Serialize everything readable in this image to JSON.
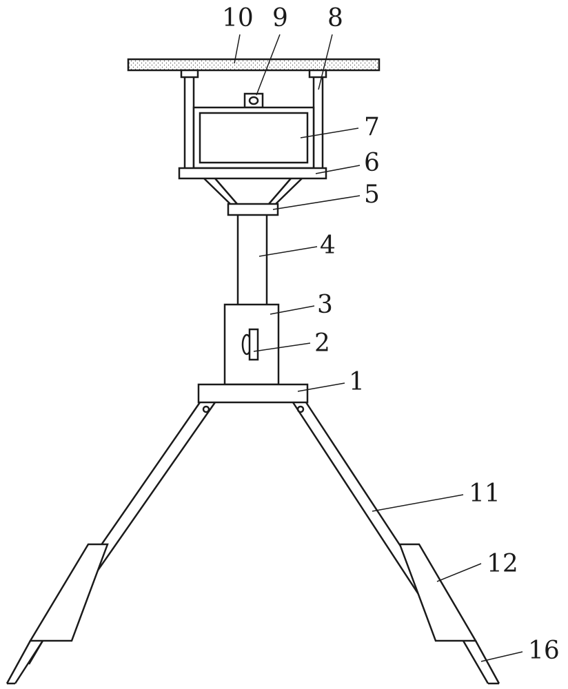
{
  "labels": {
    "l1": "1",
    "l2": "2",
    "l3": "3",
    "l4": "4",
    "l5": "5",
    "l6": "6",
    "l7": "7",
    "l8": "8",
    "l9": "9",
    "l10": "10",
    "l11": "11",
    "l12": "12",
    "l16": "16"
  }
}
